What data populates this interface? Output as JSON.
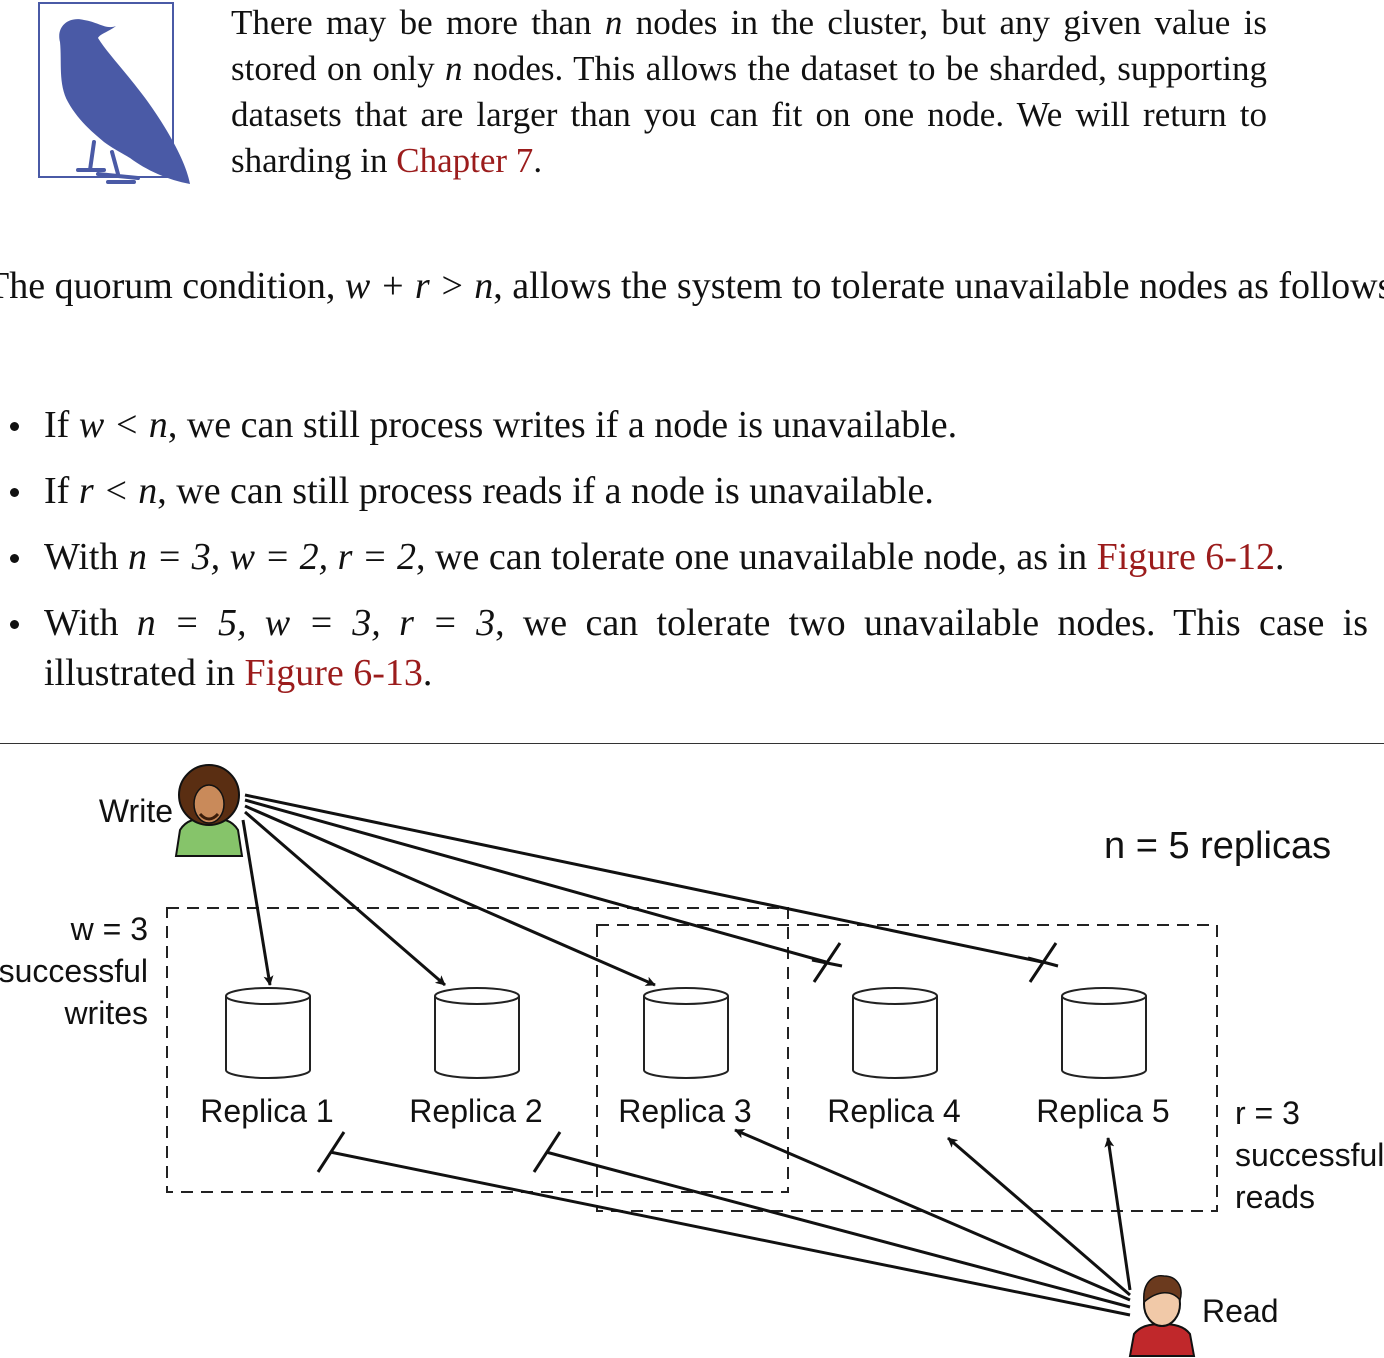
{
  "note": {
    "text_1": "There may be more than ",
    "var_n1": "n",
    "text_2": " nodes in the cluster, but any given value is stored on only ",
    "var_n2": "n",
    "text_3": " nodes. This allows the dataset to be sharded, supporting datasets that are larger than you can fit on one node. We will return to sharding in ",
    "link": "Chapter 7",
    "text_4": "."
  },
  "paragraph": {
    "text_1": "The quorum condition, ",
    "formula": "w + r > n",
    "text_2": ", allows the system to tolerate unavailable nodes as follows:"
  },
  "bullets": [
    {
      "prefix": "If ",
      "formula": "w < n",
      "text": ", we can still process writes if a node is unavailable."
    },
    {
      "prefix": "If ",
      "formula": "r < n",
      "text": ", we can still process reads if a node is unavailable."
    },
    {
      "prefix": "With ",
      "formula": "n = 3, w = 2, r = 2",
      "text": ", we can tolerate one unavailable node, as in ",
      "link": "Figure 6-12",
      "suffix": "."
    },
    {
      "prefix": "With ",
      "formula": "n = 5, w = 3, r = 3",
      "text": ", we can tolerate two unavailable nodes. This case is illustrated in ",
      "link": "Figure 6-13",
      "suffix": "."
    }
  ],
  "diagram": {
    "write_label": "Write",
    "read_label": "Read",
    "n_label": "n = 5 replicas",
    "w_label": [
      "w = 3",
      "successful",
      "writes"
    ],
    "r_label": [
      "r = 3",
      "successful",
      "reads"
    ],
    "replicas": [
      "Replica 1",
      "Replica 2",
      "Replica 3",
      "Replica 4",
      "Replica 5"
    ],
    "colors": {
      "link": "#9b1c1c",
      "bird": "#4a5aa6",
      "writer_shirt": "#86c46a",
      "reader_shirt": "#c0282b",
      "skin": "#c98a5a"
    }
  }
}
